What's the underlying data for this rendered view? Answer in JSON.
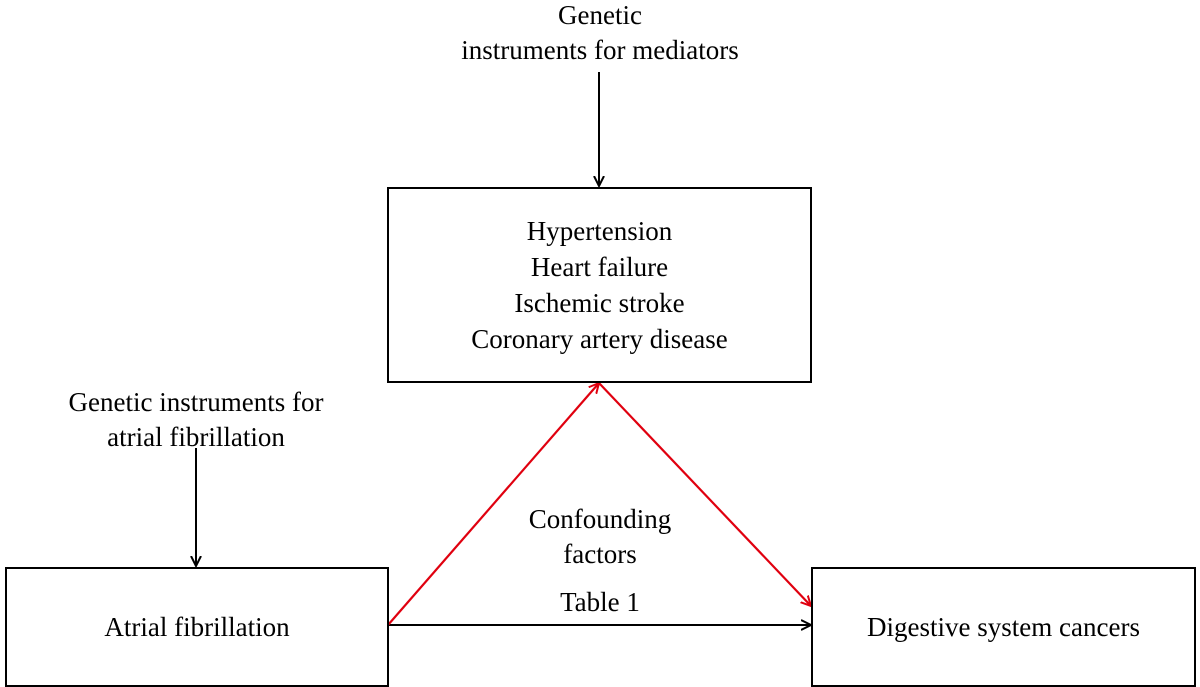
{
  "labels": {
    "mediator_instruments": [
      "Genetic",
      "instruments for mediators"
    ],
    "af_instruments": [
      "Genetic instruments for",
      "atrial fibrillation"
    ],
    "confounding": [
      "Confounding",
      "factors"
    ],
    "table_ref": "Table 1"
  },
  "nodes": {
    "mediators": [
      "Hypertension",
      "Heart failure",
      "Ischemic stroke",
      "Coronary artery disease"
    ],
    "exposure": "Atrial fibrillation",
    "outcome": "Digestive system cancers"
  },
  "colors": {
    "black_arrow": "#000000",
    "red_arrow": "#e0000f"
  }
}
